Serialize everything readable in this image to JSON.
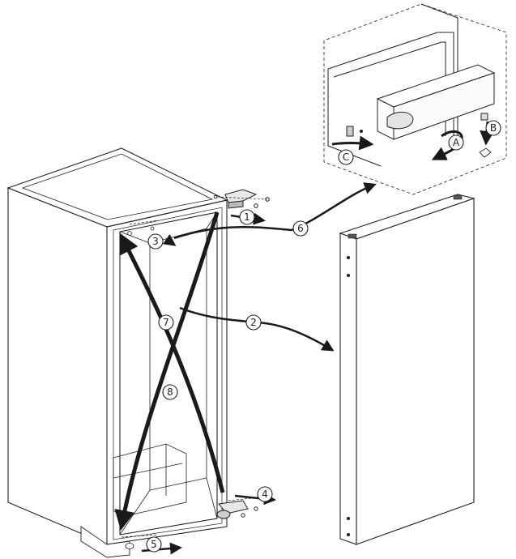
{
  "steps": {
    "s1": "1",
    "s2": "2",
    "s3": "3",
    "s4": "4",
    "s5": "5",
    "s6": "6",
    "s7": "7",
    "s8": "8"
  },
  "detail": {
    "a": "A",
    "b": "B",
    "c": "C"
  },
  "colors": {
    "line": "#222222",
    "arrow": "#1a1a1a",
    "fill": "#ffffff"
  }
}
